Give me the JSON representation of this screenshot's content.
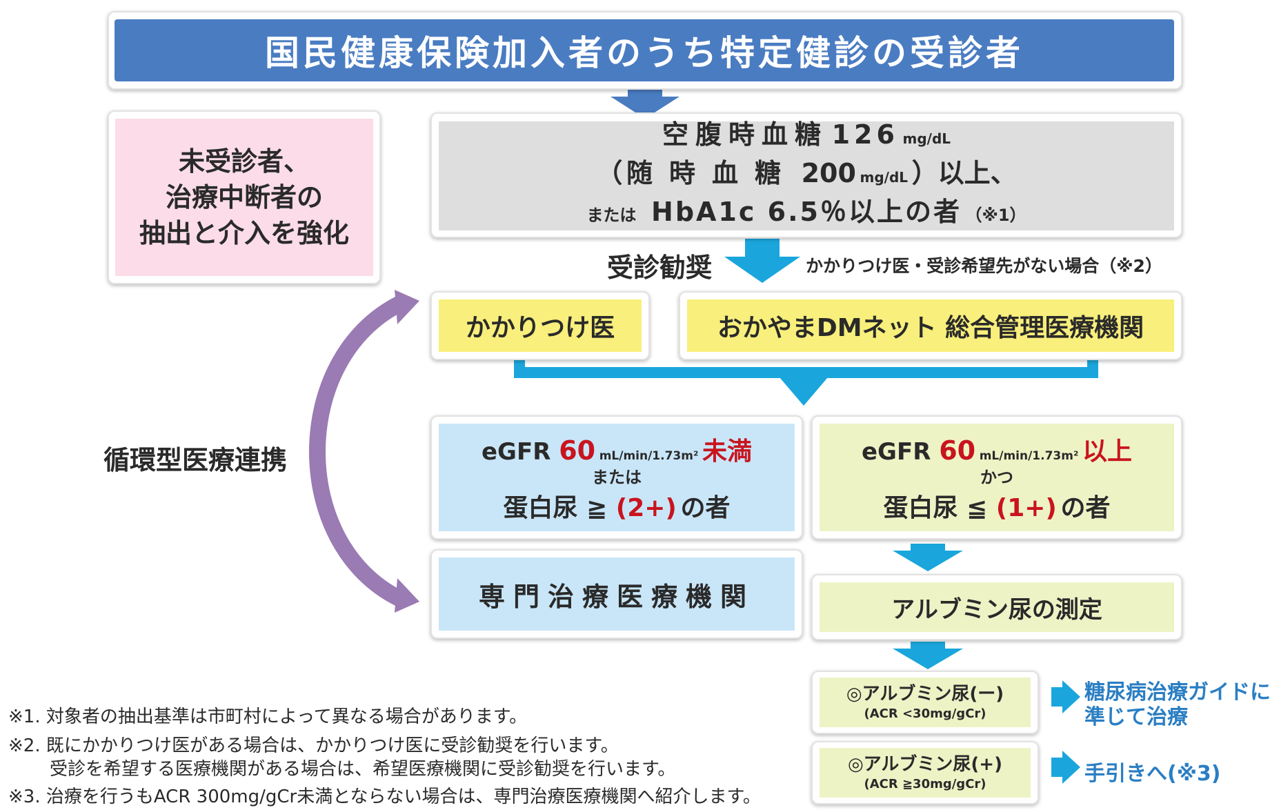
{
  "header": {
    "title": "国民健康保険加入者のうち特定健診の受診者"
  },
  "left_box": {
    "line1": "未受診者、",
    "line2": "治療中断者の",
    "line3": "抽出と介入を強化"
  },
  "criteria": {
    "line1_text": "空腹時血糖",
    "line1_value": "126",
    "line1_unit": "mg/dL",
    "line2_open": "（",
    "line2_text": "随時血糖",
    "line2_value": "200",
    "line2_unit": "mg/dL",
    "line2_close": "）以上、",
    "line3_prefix": "または",
    "line3_text": "HbA1c 6.5％以上の者",
    "line3_note": "（※1）"
  },
  "recommend": {
    "label": "受診勧奨",
    "side_note": "かかりつけ医・受診希望先がない場合（※2）"
  },
  "cycle_label": "循環型医療連携",
  "gp": {
    "label": "かかりつけ医"
  },
  "dmnet": {
    "label": "おかやまDMネット 総合管理医療機関"
  },
  "egfr_low": {
    "prefix": "eGFR ",
    "value": "60",
    "unit": "mL/min/1.73m²",
    "cond": "未満",
    "conj": "または",
    "protein": "蛋白尿 ≧ ",
    "protein_value": "(2+)",
    "suffix": " の者"
  },
  "egfr_high": {
    "prefix": "eGFR ",
    "value": "60",
    "unit": "mL/min/1.73m²",
    "cond": "以上",
    "conj": "かつ",
    "protein": "蛋白尿 ≦ ",
    "protein_value": "(1+)",
    "suffix": " の者"
  },
  "specialist": {
    "label": "専門治療医療機関"
  },
  "albumin_measure": {
    "label": "アルブミン尿の測定"
  },
  "albumin_neg": {
    "label": "◎アルブミン尿(ー)",
    "sub": "(ACR <30mg/gCr)"
  },
  "albumin_pos": {
    "label": "◎アルブミン尿(+)",
    "sub": "(ACR ≧30mg/gCr)"
  },
  "outcome_neg": {
    "line1": "糖尿病治療ガイドに",
    "line2": "準じて治療"
  },
  "outcome_pos": {
    "label": "手引きへ(※3)"
  },
  "notes": {
    "n1": "※1. 対象者の抽出基準は市町村によって異なる場合があります。",
    "n2a": "※2. 既にかかりつけ医がある場合は、かかりつけ医に受診勧奨を行います。",
    "n2b": "受診を希望する医療機関がある場合は、希望医療機関に受診勧奨を行います。",
    "n3": "※3. 治療を行うもACR 300mg/gCr未満とならない場合は、専門治療医療機関へ紹介します。"
  },
  "colors": {
    "header_blue": "#4a7cc2",
    "arrow_blue": "#4a7cc2",
    "arrow_cyan": "#1aa6dc",
    "pink": "#fbdce8",
    "gray": "#dedede",
    "yellow": "#f8ef7c",
    "light_blue": "#c9e6f8",
    "light_green": "#eef3c6",
    "purple": "#9a7bb3",
    "outcome_blue": "#2a7ec3",
    "red": "#c8141e"
  }
}
